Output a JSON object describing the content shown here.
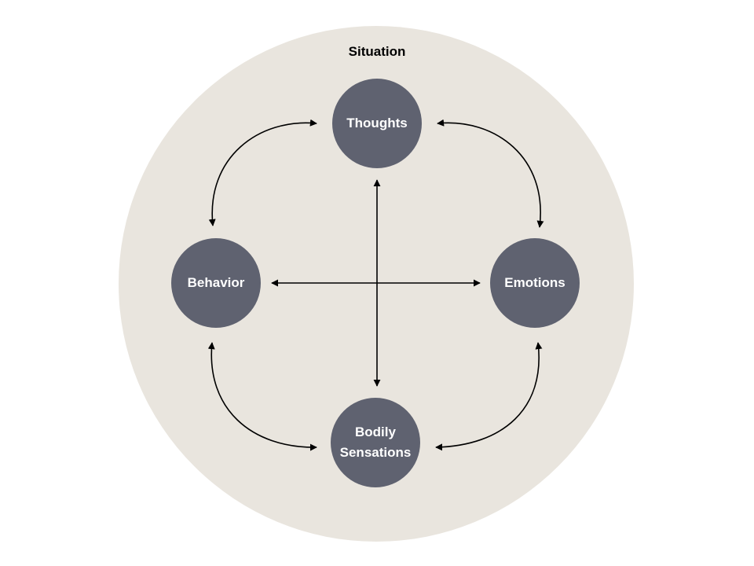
{
  "diagram": {
    "situation_label": "Situation",
    "nodes": {
      "thoughts": "Thoughts",
      "behavior": "Behavior",
      "emotions": "Emotions",
      "bodily_line1": "Bodily",
      "bodily_line2": "Sensations"
    }
  },
  "colors": {
    "background_circle": "#e9e5de",
    "node_fill": "#5f6270",
    "arrow": "#000000"
  }
}
